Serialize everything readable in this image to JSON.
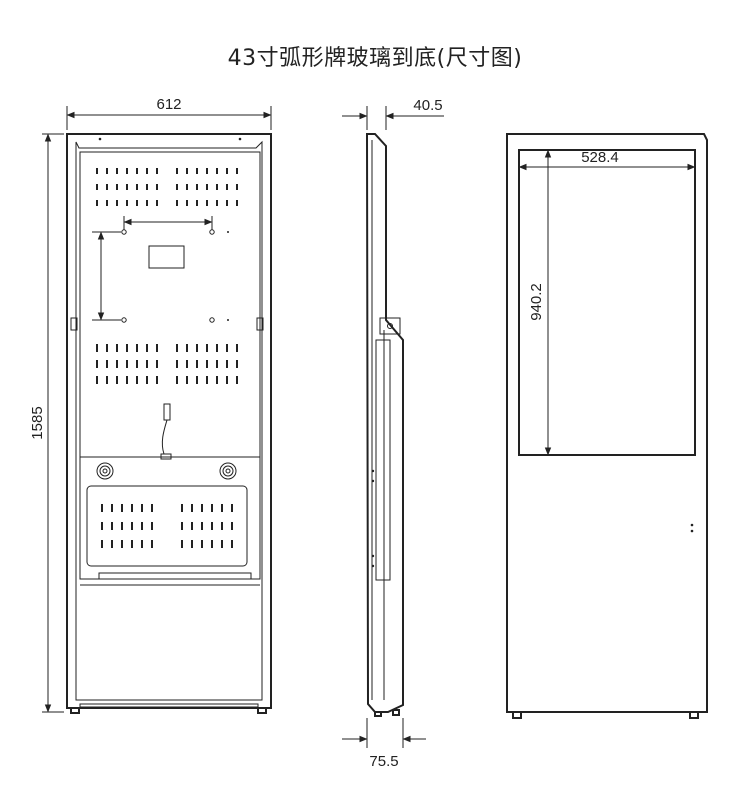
{
  "title": "43寸弧形牌玻璃到底(尺寸图)",
  "dimensions": {
    "back_width": "612",
    "height": "1585",
    "side_top_depth": "40.5",
    "side_bottom_depth": "75.5",
    "screen_width": "528.4",
    "screen_height": "940.2"
  },
  "views": [
    "back-view",
    "side-view",
    "front-view"
  ]
}
